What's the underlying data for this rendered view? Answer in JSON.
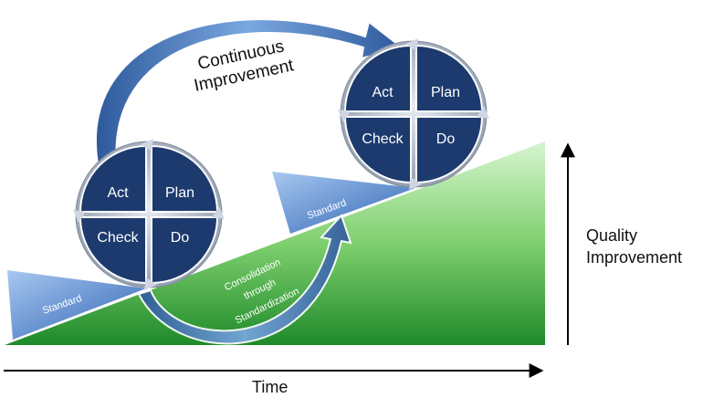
{
  "title": "",
  "continuous_improvement": {
    "line1": "Continuous",
    "line2": "Improvement"
  },
  "cycle_left": {
    "act": "Act",
    "plan": "Plan",
    "check": "Check",
    "do": "Do"
  },
  "cycle_right": {
    "act": "Act",
    "plan": "Plan",
    "check": "Check",
    "do": "Do"
  },
  "standard_left": "Standard",
  "standard_right": "Standard",
  "consolidation": {
    "line1": "Consolidation",
    "line2": "through",
    "line3": "Standardization"
  },
  "axes": {
    "x_label": "Time",
    "y_label_line1": "Quality",
    "y_label_line2": "Improvement"
  },
  "colors": {
    "ramp_top": "#c8f0c0",
    "ramp_bottom": "#1f8a2a",
    "quadrant": "#1c3a6e",
    "ring": "#a9b3c2",
    "arrow_blue": "#4a7cc2",
    "wedge": "#5d93d8"
  }
}
